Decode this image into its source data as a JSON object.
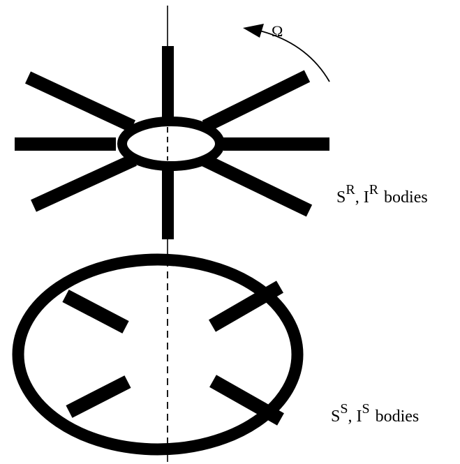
{
  "rotation_symbol": "Ω",
  "rotor_label": {
    "s_base": "S",
    "s_sup": "R",
    "separator": ", ",
    "i_base": "I",
    "i_sup": "R",
    "suffix": "bodies"
  },
  "stator_label": {
    "s_base": "S",
    "s_sup": "S",
    "separator": ", ",
    "i_base": "I",
    "i_sup": "S",
    "suffix": "bodies"
  },
  "colors": {
    "ink": "#000000",
    "background": "#ffffff"
  }
}
